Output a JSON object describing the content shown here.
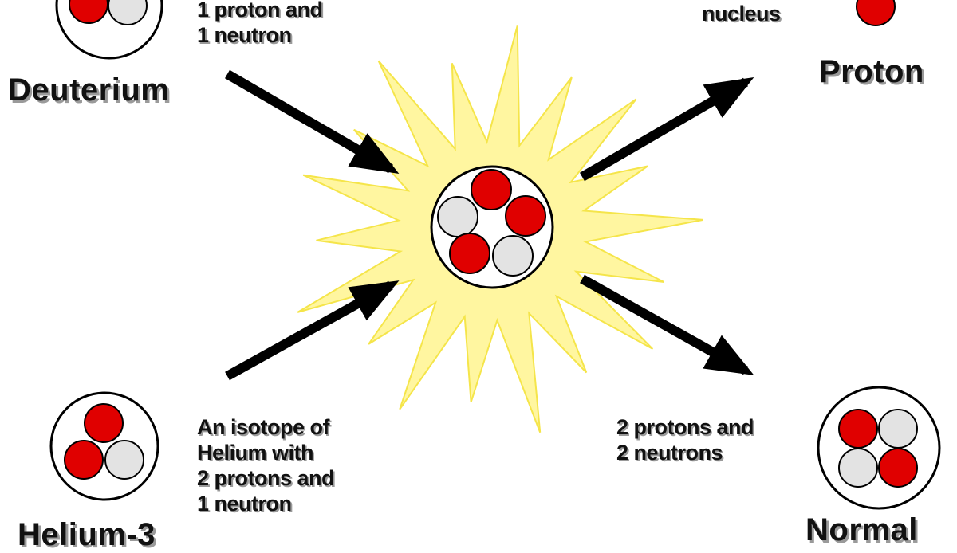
{
  "labels": {
    "deuterium": {
      "name": "Deuterium",
      "description": [
        "1 proton and",
        "1 neutron"
      ]
    },
    "proton": {
      "name": "Proton",
      "description": [
        "nucleus"
      ]
    },
    "helium3": {
      "name": "Helium-3",
      "description": [
        "An isotope of",
        "Helium with",
        "2 protons and",
        "1 neutron"
      ]
    },
    "helium": {
      "name": "Normal",
      "description": [
        "2 protons and",
        "2 neutrons"
      ]
    }
  },
  "colors": {
    "proton": "#e00000",
    "neutron": "#e3e3e3",
    "burst": "#fff6a0",
    "burst_edge": "#f5e54a",
    "arrow": "#000000"
  }
}
